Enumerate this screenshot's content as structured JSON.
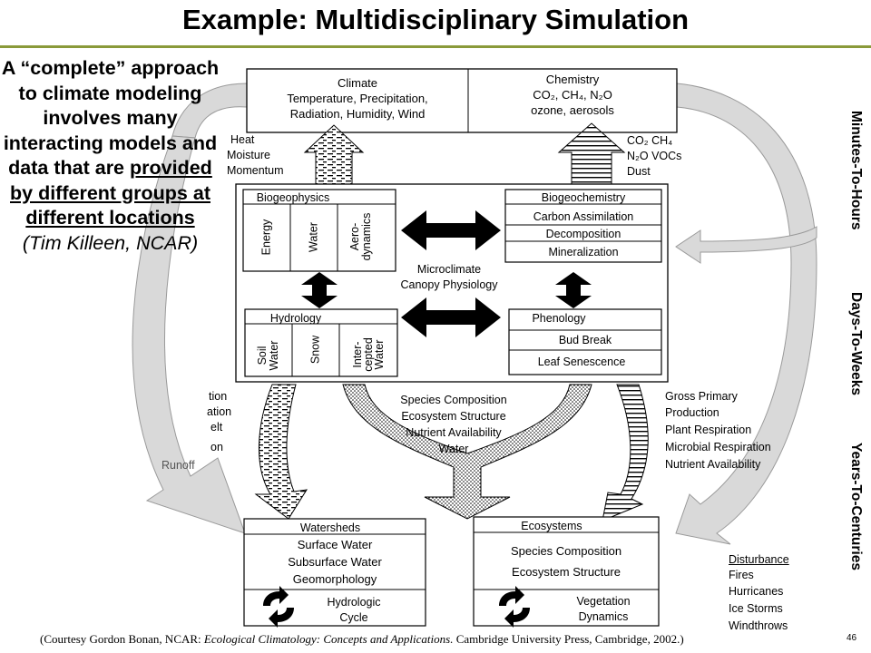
{
  "title": "Example: Multidisciplinary Simulation",
  "side_text": {
    "plain": "A “complete” approach to climate modeling involves many interacting models and data that are",
    "underlined": "provided by different groups at different locations",
    "attribution": "(Tim Killeen, NCAR)"
  },
  "atmosphere": {
    "climate": {
      "title": "Climate",
      "line1": "Temperature, Precipitation,",
      "line2": "Radiation, Humidity, Wind"
    },
    "chemistry": {
      "title": "Chemistry",
      "line1": "CO₂, CH₄, N₂O",
      "line2": "ozone, aerosols"
    }
  },
  "fluxes_left": [
    "Heat",
    "Moisture",
    "Momentum"
  ],
  "fluxes_right": [
    "CO₂ CH₄",
    "N₂O VOCs",
    "Dust"
  ],
  "biogeophysics": {
    "title": "Biogeophysics",
    "cols": [
      "Energy",
      "Water",
      "Aero-\ndynamics"
    ]
  },
  "biogeochemistry": {
    "title": "Biogeochemistry",
    "rows": [
      "Carbon Assimilation",
      "Decomposition",
      "Mineralization"
    ]
  },
  "microclimate": [
    "Microclimate",
    "Canopy Physiology"
  ],
  "hydrology": {
    "title": "Hydrology",
    "cols": [
      "Soil\nWater",
      "Snow",
      "Inter-\ncepted\nWater"
    ]
  },
  "phenology": {
    "title": "Phenology",
    "rows": [
      "Bud Break",
      "Leaf Senescence"
    ]
  },
  "hydro_flux_partial": [
    "tion",
    "ation",
    "elt",
    "on",
    "Runoff"
  ],
  "center_flux": [
    "Species Composition",
    "Ecosystem Structure",
    "Nutrient Availability",
    "Water"
  ],
  "right_flux": [
    "Gross Primary",
    "Production",
    "Plant Respiration",
    "Microbial Respiration",
    "Nutrient Availability"
  ],
  "watersheds": {
    "title": "Watersheds",
    "rows": [
      "Surface Water",
      "Subsurface Water",
      "Geomorphology"
    ],
    "cycle": [
      "Hydrologic",
      "Cycle"
    ]
  },
  "ecosystems": {
    "title": "Ecosystems",
    "rows": [
      "Species Composition",
      "Ecosystem Structure"
    ],
    "cycle": [
      "Vegetation",
      "Dynamics"
    ]
  },
  "disturbance": {
    "title": "Disturbance",
    "items": [
      "Fires",
      "Hurricanes",
      "Ice Storms",
      "Windthrows"
    ]
  },
  "time_scales": [
    "Minutes-To-Hours",
    "Days-To-Weeks",
    "Years-To-Centuries"
  ],
  "footer": {
    "pre": "(Courtesy Gordon Bonan, NCAR: ",
    "italic": "Ecological Climatology: Concepts and Applications.",
    "post": " Cambridge University Press, Cambridge, 2002.)"
  },
  "page_number": "46",
  "colors": {
    "title_rule": "#8a9a3a",
    "big_arrow_fill": "#d9d9d9"
  }
}
